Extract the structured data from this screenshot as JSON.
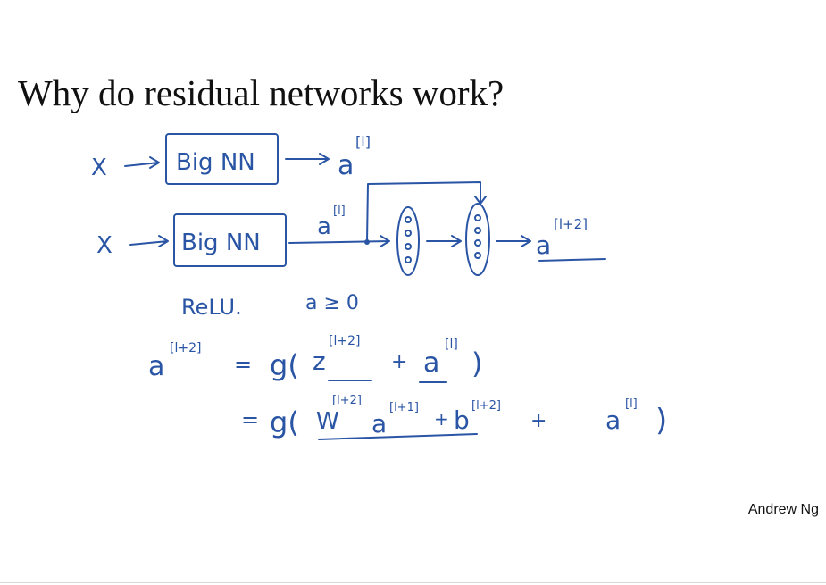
{
  "slide": {
    "title": "Why do residual networks work?",
    "author": "Andrew Ng"
  },
  "handwriting": {
    "ink_color": "#2a55a5",
    "row1": {
      "input": "X",
      "box": "Big NN",
      "output_base": "a",
      "output_sup": "[l]"
    },
    "row2": {
      "input": "X",
      "box": "Big NN",
      "mid_base": "a",
      "mid_sup": "[l]",
      "layer_nodes": [
        "o",
        "o",
        "o",
        "o"
      ],
      "output_base": "a",
      "output_sup": "[l+2]"
    },
    "relu_note": "ReLU.",
    "nonneg_note": "a ≥ 0",
    "eq1": {
      "lhs_base": "a",
      "lhs_sup": "[l+2]",
      "eq": "=",
      "g_open": "g(",
      "z_base": "z",
      "z_sup": "[l+2]",
      "plus": "+",
      "a_base": "a",
      "a_sup": "[l]",
      "close": ")"
    },
    "eq2": {
      "eq": "=",
      "g_open": "g(",
      "w_base": "W",
      "w_sup": "[l+2]",
      "a_base": "a",
      "a_sup": "[l+1]",
      "plus1": "+",
      "b_base": "b",
      "b_sup": "[l+2]",
      "plus2": "+",
      "a2_base": "a",
      "a2_sup": "[l]",
      "close": ")"
    }
  }
}
